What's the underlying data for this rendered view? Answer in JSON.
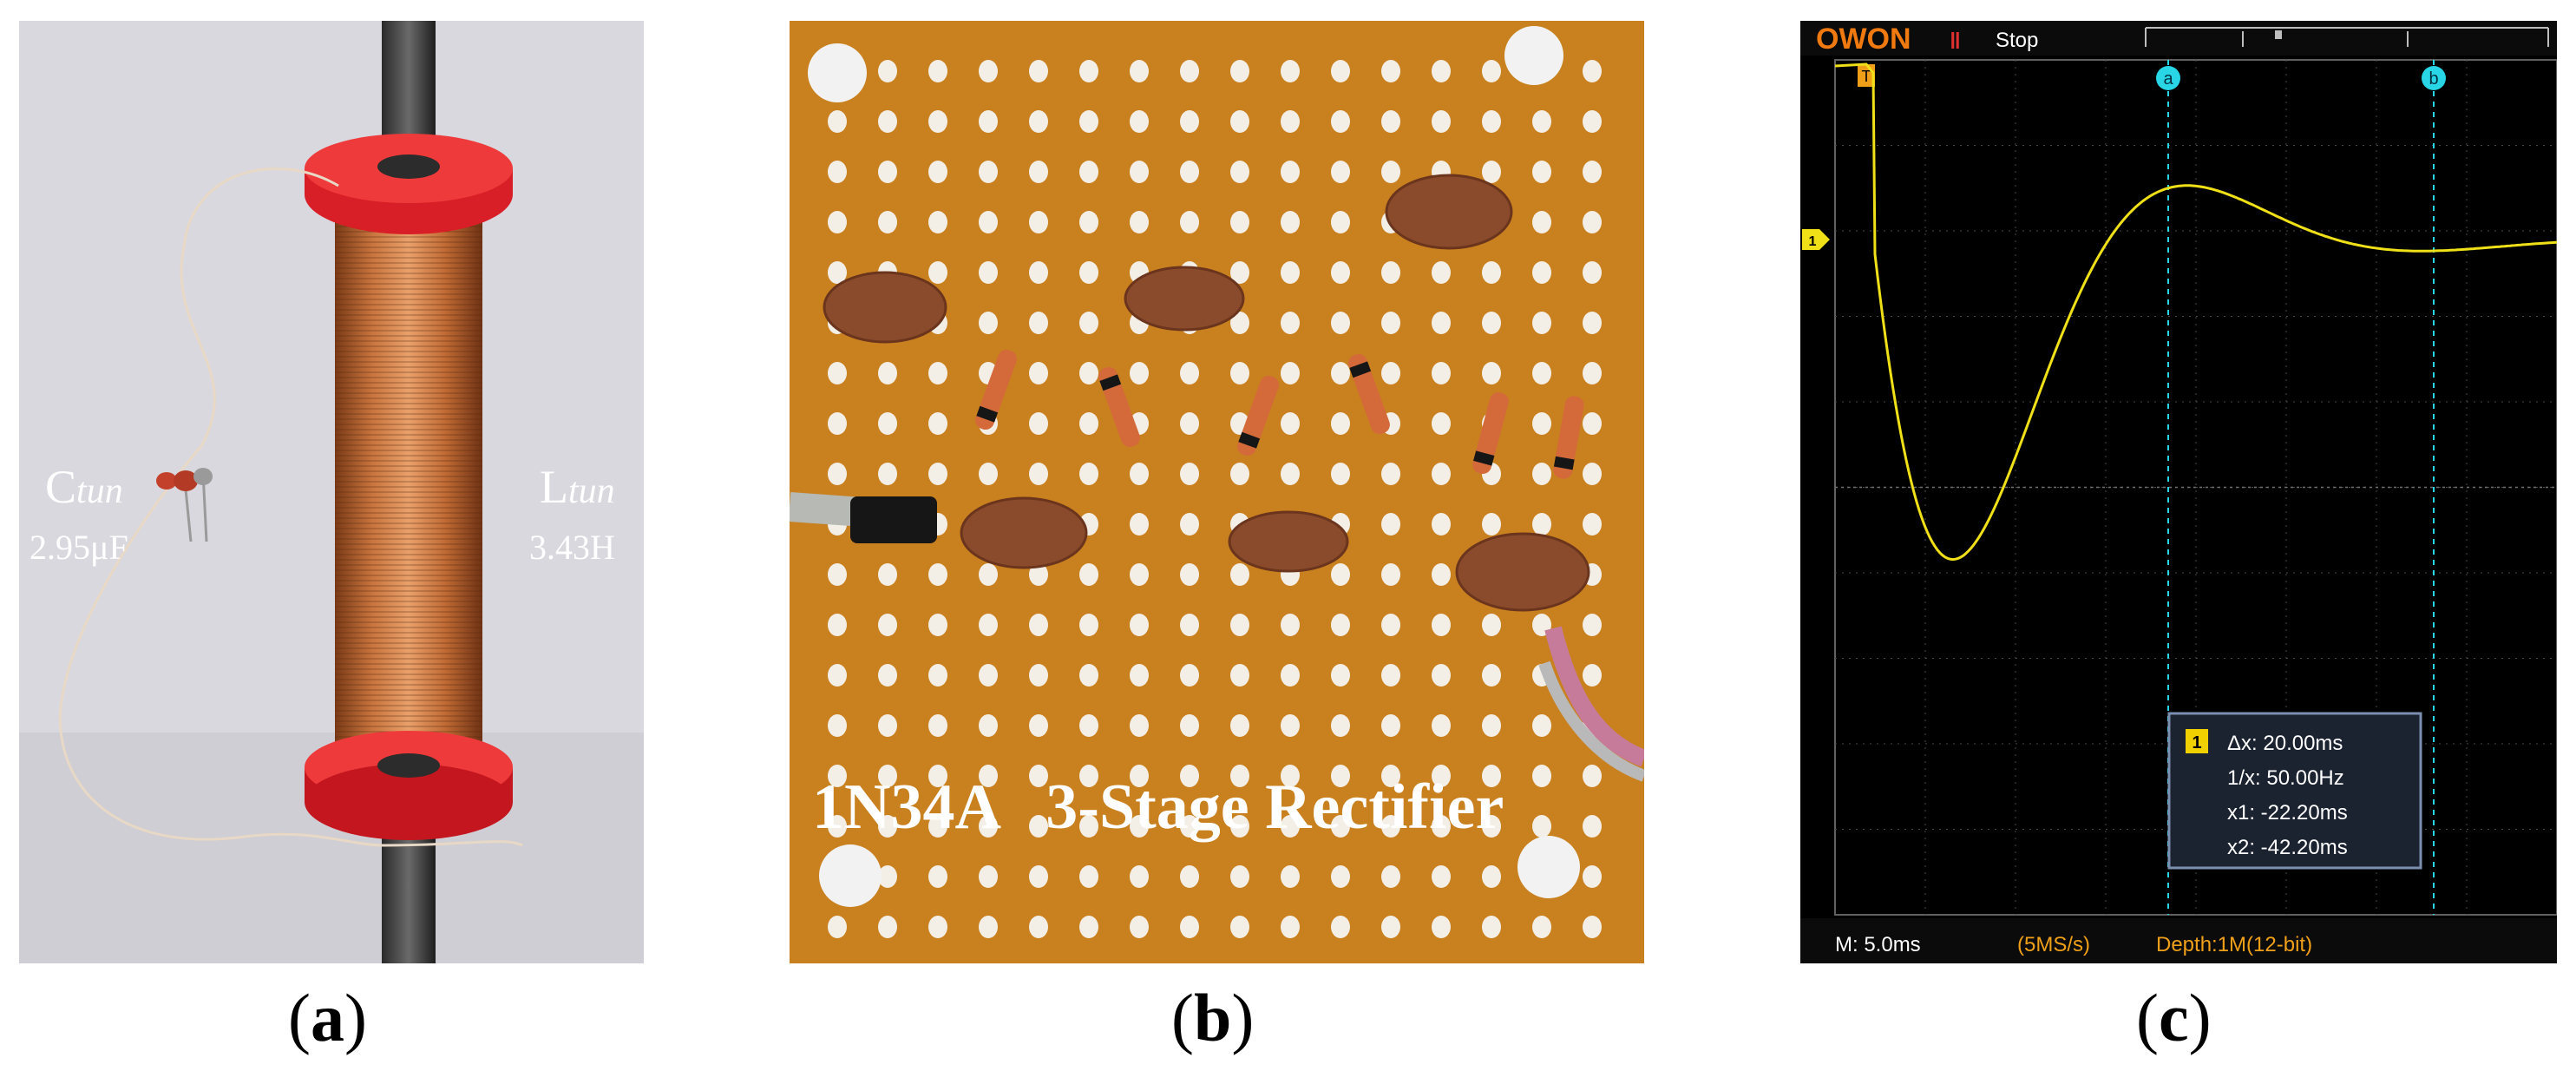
{
  "panels": {
    "a": {
      "caption_letter": "a",
      "cap_label_main": "C",
      "cap_label_sub": "tun",
      "cap_value": "2.95μF",
      "ind_label_main": "L",
      "ind_label_sub": "tun",
      "ind_value": "3.43H"
    },
    "b": {
      "caption_letter": "b",
      "overlay_text": "1N34A   3-Stage Rectifier"
    },
    "c": {
      "caption_letter": "c",
      "brand": "OWON",
      "run_state": "Stop",
      "trigger_marker": "T",
      "channel_marker": "1",
      "cursor_a": "a",
      "cursor_b": "b",
      "measure": {
        "channel": "1",
        "dx": "Δx: 20.00ms",
        "inv_dx": "1/x: 50.00Hz",
        "x1": "x1: -22.20ms",
        "x2": "x2: -42.20ms"
      },
      "status": {
        "timebase": "M: 5.0ms",
        "sample_rate": "(5MS/s)",
        "depth": "Depth:1M(12-bit)"
      }
    }
  },
  "colors": {
    "trace": "#f0e018",
    "cursor": "#28d6e6",
    "brand": "#f07a10",
    "grid": "#4a4a4a"
  }
}
